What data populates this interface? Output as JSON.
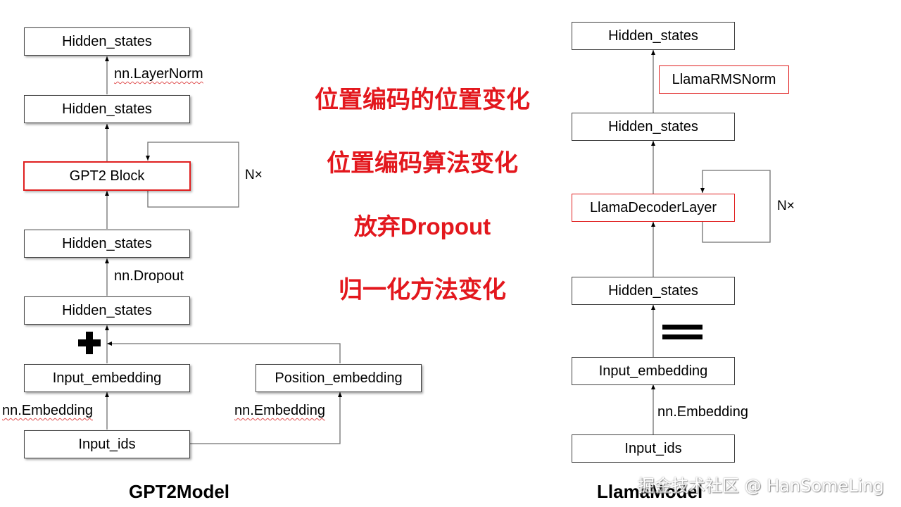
{
  "gpt2": {
    "caption": "GPT2Model",
    "nodes": {
      "hidden_top": "Hidden_states",
      "hidden_2": "Hidden_states",
      "block": "GPT2 Block",
      "hidden_3": "Hidden_states",
      "hidden_4": "Hidden_states",
      "input_embedding": "Input_embedding",
      "position_embedding": "Position_embedding",
      "input_ids": "Input_ids"
    },
    "labels": {
      "layernorm": "nn.LayerNorm",
      "repeat": "N×",
      "dropout": "nn.Dropout",
      "embedding_left": "nn.Embedding",
      "embedding_right": "nn.Embedding"
    }
  },
  "llama": {
    "caption": "LlamaModel",
    "nodes": {
      "hidden_top": "Hidden_states",
      "rmsnorm": "LlamaRMSNorm",
      "hidden_2": "Hidden_states",
      "decoder_layer": "LlamaDecoderLayer",
      "hidden_3": "Hidden_states",
      "input_embedding": "Input_embedding",
      "input_ids": "Input_ids"
    },
    "labels": {
      "repeat": "N×",
      "embedding": "nn.Embedding"
    }
  },
  "notes": [
    "位置编码的位置变化",
    "位置编码算法变化",
    "放弃Dropout",
    "归一化方法变化"
  ],
  "watermark": "掘金技术社区 @ HanSomeLing",
  "colors": {
    "accent_red": "#e3171d",
    "box_border": "#404040",
    "line": "#707070"
  }
}
